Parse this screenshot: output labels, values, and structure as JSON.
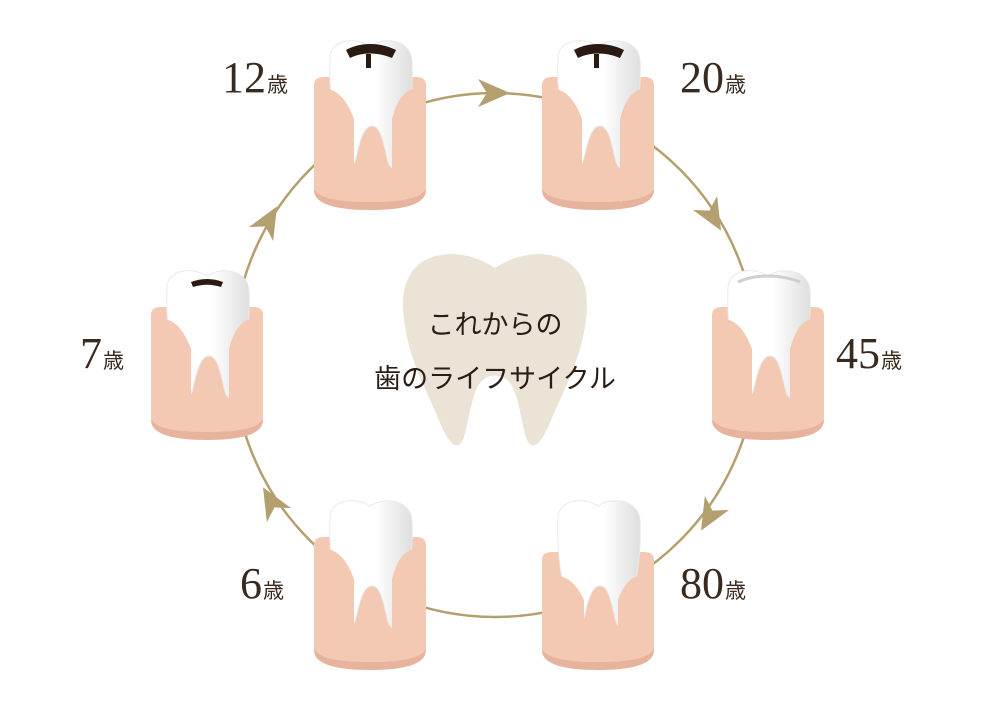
{
  "title": {
    "line1": "これからの",
    "line2": "歯のライフサイクル"
  },
  "stages": [
    {
      "age": "6",
      "unit": "歳",
      "tooth_state": "healthy"
    },
    {
      "age": "7",
      "unit": "歳",
      "tooth_state": "small-cavity"
    },
    {
      "age": "12",
      "unit": "歳",
      "tooth_state": "cavity"
    },
    {
      "age": "20",
      "unit": "歳",
      "tooth_state": "cavity"
    },
    {
      "age": "45",
      "unit": "歳",
      "tooth_state": "worn"
    },
    {
      "age": "80",
      "unit": "歳",
      "tooth_state": "receding-gum"
    }
  ],
  "colors": {
    "cycle_line": "#b49f6f",
    "arrow": "#b49f6f",
    "gum": "#f3c9b4",
    "gum_shadow": "#e8b39c",
    "tooth": "#ffffff",
    "tooth_shade": "#e9e9e9",
    "cavity": "#2a1a12",
    "center_tooth": "#ebe4d6",
    "text": "#3a2a1e"
  },
  "icons": {
    "tooth": "tooth-icon",
    "arrow": "arrow-icon",
    "center": "center-tooth-icon"
  }
}
